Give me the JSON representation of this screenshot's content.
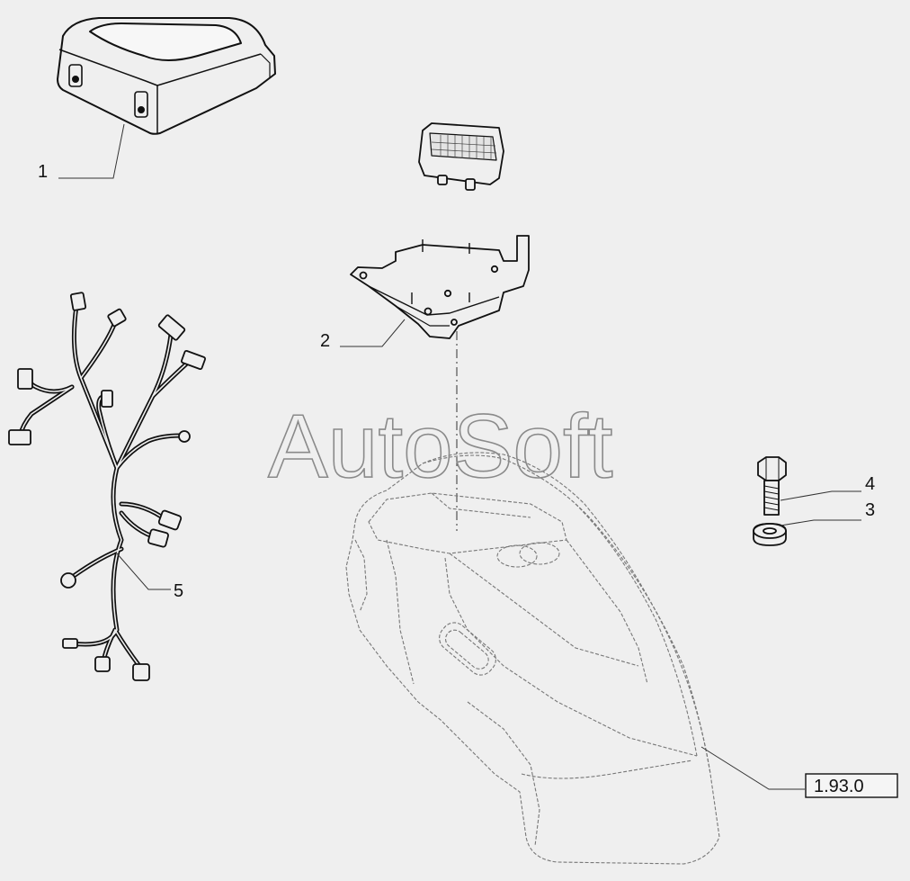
{
  "diagram": {
    "watermark": "AutoSoft",
    "callouts": [
      {
        "id": "1",
        "label": "1"
      },
      {
        "id": "2",
        "label": "2"
      },
      {
        "id": "3",
        "label": "3"
      },
      {
        "id": "4",
        "label": "4"
      },
      {
        "id": "5",
        "label": "5"
      }
    ],
    "reference": "1.93.0"
  },
  "colors": {
    "background": "#efefef",
    "line": "#111111",
    "dashed": "#777777"
  }
}
